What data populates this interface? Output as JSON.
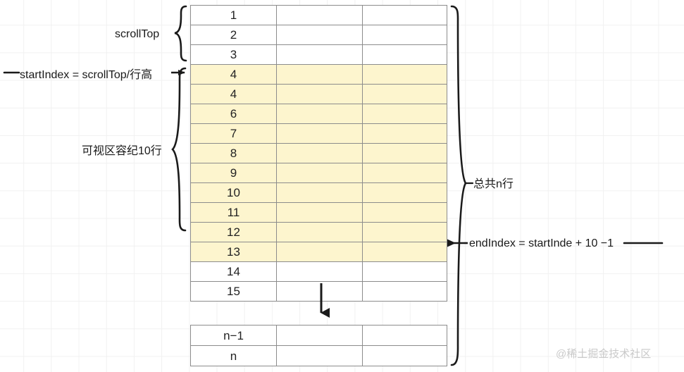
{
  "diagram": {
    "title": "virtual-scroll-index-diagram",
    "colors": {
      "highlight": "#fdf5ce",
      "border": "#8c8c8c",
      "stroke": "#1a1a1a",
      "grid": "#f1f1f1",
      "watermark": "#c9c9c9"
    }
  },
  "main_table": {
    "columns": 3,
    "rows": [
      {
        "index": "1",
        "highlighted": false
      },
      {
        "index": "2",
        "highlighted": false
      },
      {
        "index": "3",
        "highlighted": false
      },
      {
        "index": "4",
        "highlighted": true
      },
      {
        "index": "4",
        "highlighted": true
      },
      {
        "index": "6",
        "highlighted": true
      },
      {
        "index": "7",
        "highlighted": true
      },
      {
        "index": "8",
        "highlighted": true
      },
      {
        "index": "9",
        "highlighted": true
      },
      {
        "index": "10",
        "highlighted": true
      },
      {
        "index": "11",
        "highlighted": true
      },
      {
        "index": "12",
        "highlighted": true
      },
      {
        "index": "13",
        "highlighted": true
      },
      {
        "index": "14",
        "highlighted": false
      },
      {
        "index": "15",
        "highlighted": false
      }
    ]
  },
  "tail_table": {
    "columns": 3,
    "rows": [
      {
        "index": "n−1",
        "highlighted": false
      },
      {
        "index": "n",
        "highlighted": false
      }
    ]
  },
  "annotations": {
    "scroll_top": "scrollTop",
    "start_index": "startIndex = scrollTop/行高",
    "viewport_rows": "可视区容纪10行",
    "total_rows": "总共n行",
    "end_index": "endIndex = startInde + 10 −1"
  },
  "watermark": {
    "text": "@稀土掘金技术社区"
  }
}
